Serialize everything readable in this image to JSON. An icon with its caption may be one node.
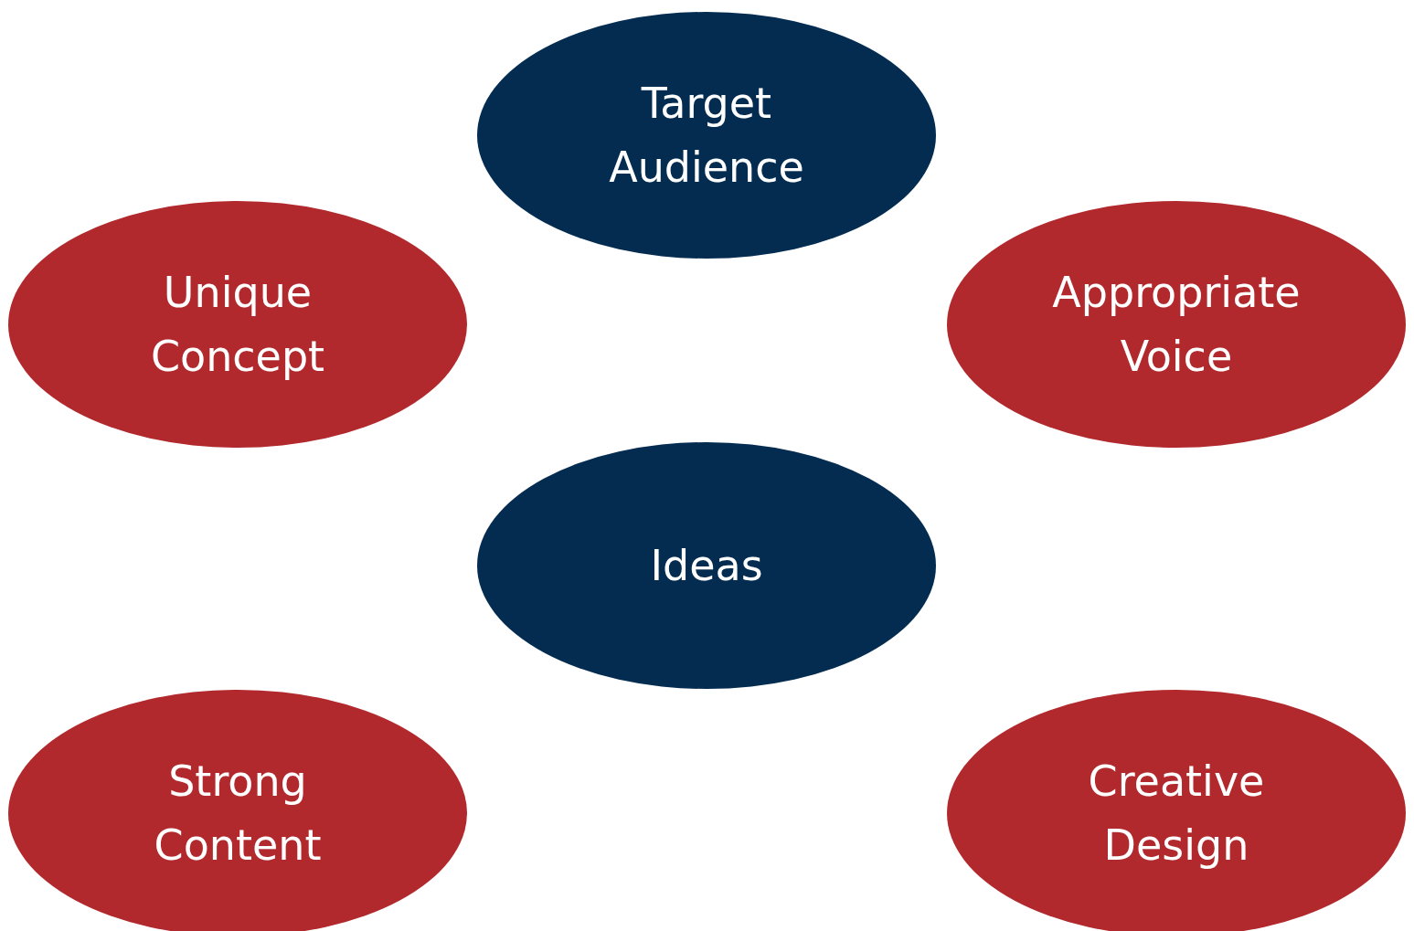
{
  "diagram": {
    "nodes": [
      {
        "text": [
          "Target Audience"
        ]
      },
      {
        "text": [
          "Unique Concept"
        ]
      },
      {
        "text": [
          "Appropriate Voice"
        ]
      },
      {
        "text": [
          "Ideas"
        ]
      },
      {
        "text": [
          "Strong Content"
        ]
      },
      {
        "text": [
          "Creative Design"
        ]
      }
    ]
  }
}
